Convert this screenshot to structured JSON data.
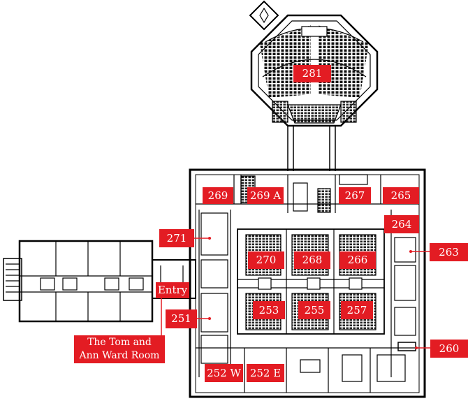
{
  "colors": {
    "label_bg": "#e31c23",
    "label_text": "#ffffff",
    "line": "#000000",
    "background": "#ffffff"
  },
  "rooms": {
    "r281": "281",
    "r269": "269",
    "r269a": "269 A",
    "r267": "267",
    "r265": "265",
    "r264": "264",
    "r271": "271",
    "r263": "263",
    "r270": "270",
    "r268": "268",
    "r266": "266",
    "r253": "253",
    "r255": "255",
    "r257": "257",
    "r251": "251",
    "r260": "260",
    "r252w": "252 W",
    "r252e": "252 E"
  },
  "entry": "Entry",
  "callout": {
    "line1": "The Tom and",
    "line2": "Ann Ward Room"
  }
}
